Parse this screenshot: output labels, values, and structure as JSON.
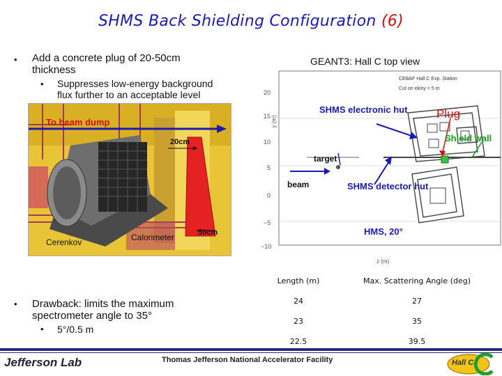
{
  "title": {
    "main": "SHMS Back Shielding Configuration",
    "paren": "(6)"
  },
  "bullets": [
    {
      "text": "Add a concrete plug of 20-50cm thickness",
      "line1": "Add a concrete plug of 20-50cm",
      "line2": "thickness"
    },
    {
      "text": "Suppresses low-energy background flux further to an acceptable level",
      "line1": "Suppresses low-energy background",
      "line2": "flux further to an acceptable level"
    },
    {
      "text": "Drawback: limits the maximum spectrometer angle to 35°",
      "line1": "Drawback: limits the maximum",
      "line2": "spectrometer angle to 35°"
    },
    {
      "text": "5°/0.5 m"
    }
  ],
  "geant_caption": "GEANT3: Hall C top view",
  "detector_labels": {
    "beam_dump": "To beam dump",
    "plug_20": "20cm",
    "plug_50": "50cm",
    "cerenkov": "Cerenkov",
    "calorimeter": "Calorimeter"
  },
  "plot_labels": {
    "electronic_hut": "SHMS electronic hut",
    "plug": "Plug",
    "shield_wall": "Shield wall",
    "target": "target",
    "beam": "beam",
    "detector_hut": "SHMS detector hut",
    "hms": "HMS, 20°",
    "inset1": "CEBAF Hall C Exp. Station",
    "inset2": "Cut on ekiny < 5 m",
    "ylabel": "y (m)",
    "xlabel": "z (m)",
    "yticks": [
      "20",
      "15",
      "10",
      "5",
      "0",
      "−5",
      "−10"
    ]
  },
  "table": {
    "headers": [
      "Length (m)",
      "Max. Scattering Angle (deg)"
    ],
    "rows": [
      [
        "24",
        "27"
      ],
      [
        "23",
        "35"
      ],
      [
        "22.5",
        "39.5"
      ]
    ]
  },
  "footer": {
    "lab": "Jefferson Lab",
    "facility": "Thomas Jefferson National Accelerator Facility",
    "logo": "Hall C"
  },
  "colors": {
    "title": "#1a1ab4",
    "accent_red": "#cc1111",
    "arrow_blue": "#1a1ab4",
    "green": "#1a9a1a",
    "concrete": "#e52222"
  }
}
